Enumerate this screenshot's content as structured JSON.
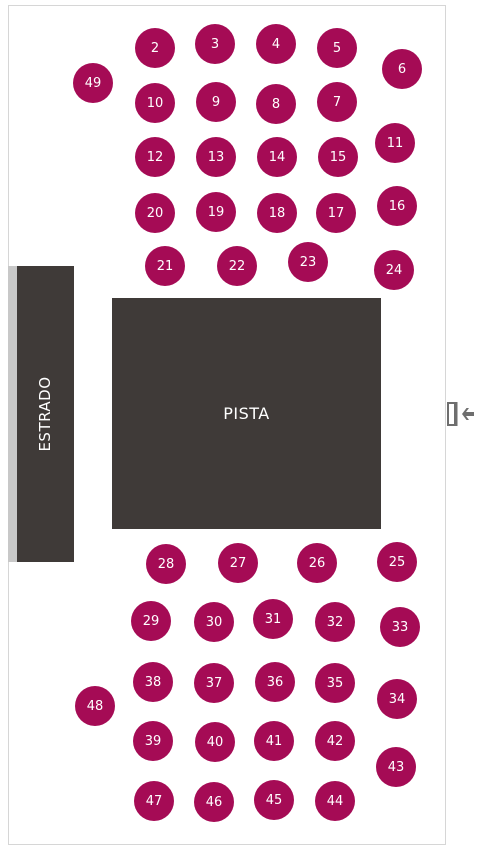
{
  "stage": {
    "label": "ESTRADO"
  },
  "dancefloor": {
    "label": "PISTA"
  },
  "tables": [
    "2",
    "3",
    "4",
    "5",
    "6",
    "49",
    "10",
    "9",
    "8",
    "7",
    "11",
    "12",
    "13",
    "14",
    "15",
    "20",
    "19",
    "18",
    "17",
    "16",
    "21",
    "22",
    "23",
    "24",
    "28",
    "27",
    "26",
    "25",
    "29",
    "30",
    "31",
    "32",
    "33",
    "38",
    "37",
    "36",
    "35",
    "34",
    "48",
    "39",
    "40",
    "41",
    "42",
    "43",
    "47",
    "46",
    "45",
    "44"
  ],
  "colors": {
    "table": "#a50b55",
    "floor": "#3f3a38",
    "rail": "#c8c8c8",
    "exit_icon": "#6e6e6e"
  },
  "icons": {
    "exit": "exit-door-icon"
  }
}
